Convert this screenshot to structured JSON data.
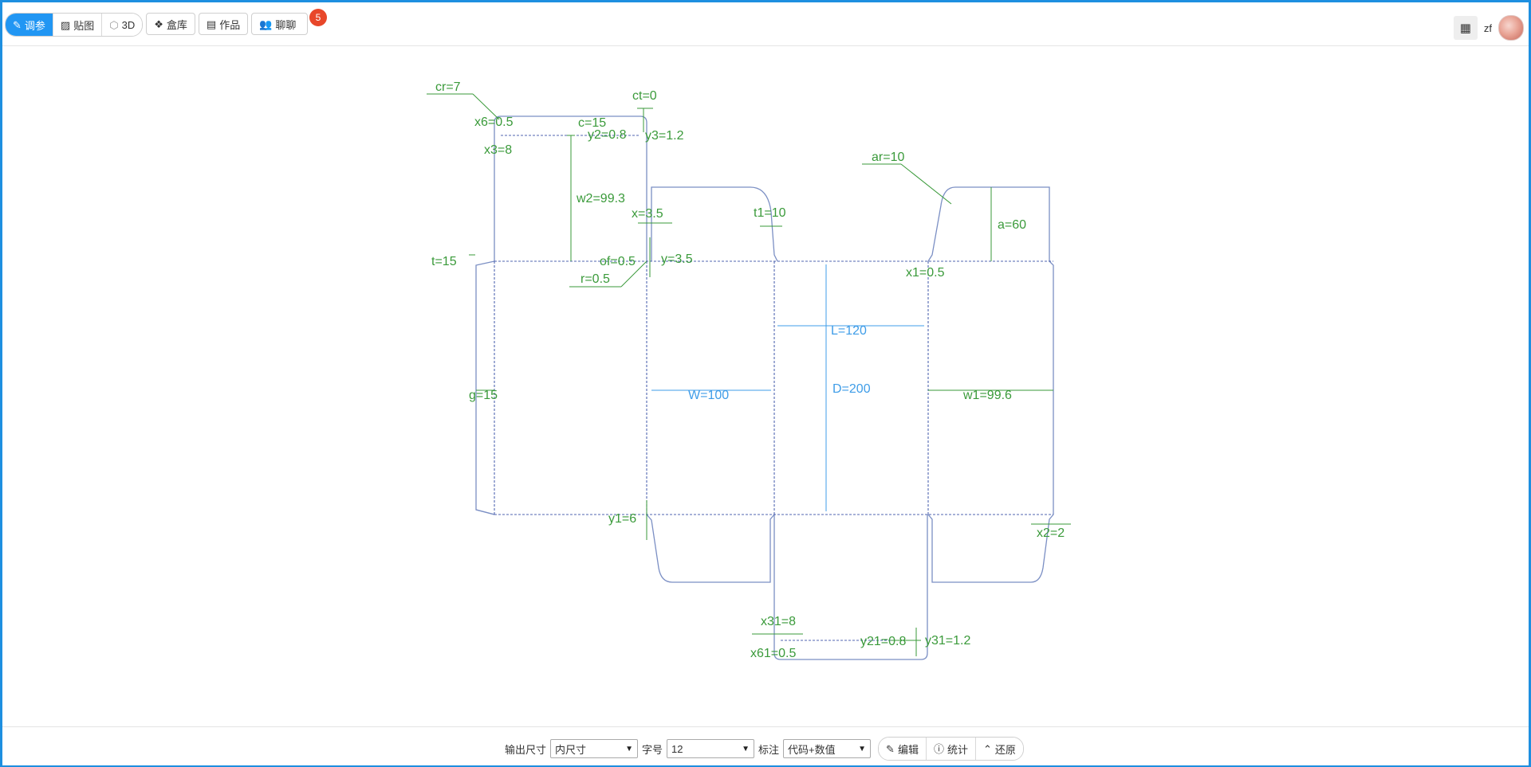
{
  "toolbar": {
    "tabs": [
      {
        "label": "调参",
        "icon": "edit-icon",
        "active": true
      },
      {
        "label": "贴图",
        "icon": "image-icon",
        "active": false
      },
      {
        "label": "3D",
        "icon": "cube-icon",
        "active": false
      }
    ],
    "library_label": "盒库",
    "works_label": "作品",
    "chat_label": "聊聊",
    "chat_badge": "5",
    "user_name": "zf"
  },
  "dimensions": {
    "cr": "cr=7",
    "ct": "ct=0",
    "x6": "x6=0.5",
    "c": "c=15",
    "y2": "y2=0.8",
    "y3": "y3=1.2",
    "x3": "x3=8",
    "ar": "ar=10",
    "w2": "w2=99.3",
    "x": "x=3.5",
    "t1": "t1=10",
    "a": "a=60",
    "t": "t=15",
    "of": "of=0.5",
    "y": "y=3.5",
    "x1": "x1=0.5",
    "r": "r=0.5",
    "L": "L=120",
    "D": "D=200",
    "g": "g=15",
    "W": "W=100",
    "w1": "w1=99.6",
    "y1": "y1=6",
    "x2": "x2=2",
    "x31": "x31=8",
    "y21": "y21=0.8",
    "y31": "y31=1.2",
    "x61": "x61=0.5"
  },
  "bottom": {
    "output_size_label": "输出尺寸",
    "output_size_value": "内尺寸",
    "font_size_label": "字号",
    "font_size_value": "12",
    "annotation_label": "标注",
    "annotation_value": "代码+数值",
    "edit_label": "编辑",
    "stats_label": "统计",
    "restore_label": "还原"
  },
  "colors": {
    "accent": "#2196f3",
    "outline": "#7b8fc4",
    "dim_green": "#3a9a3a",
    "dim_blue": "#3f9de8",
    "badge": "#e8472a"
  }
}
